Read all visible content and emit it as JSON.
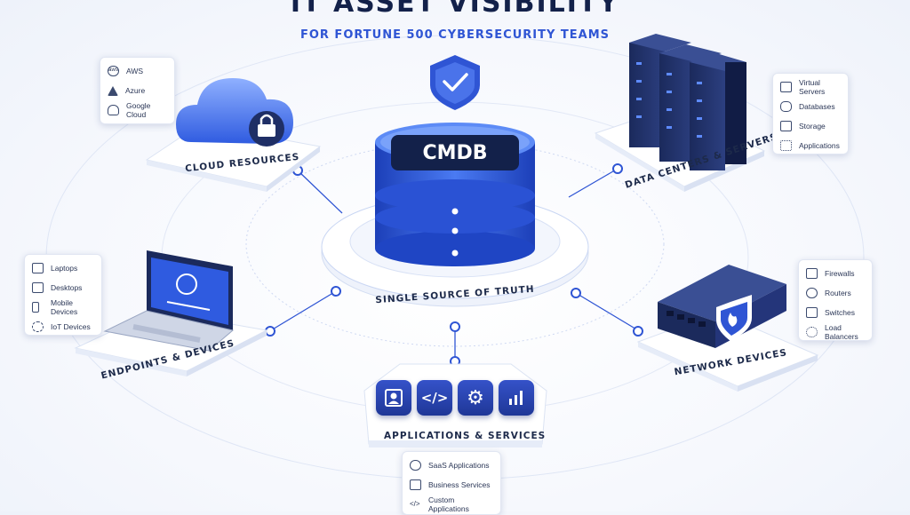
{
  "title": "IT ASSET VISIBILITY",
  "subtitle": "FOR FORTUNE 500 CYBERSECURITY TEAMS",
  "center": {
    "label": "CMDB",
    "caption": "SINGLE SOURCE OF TRUTH"
  },
  "nodes": {
    "cloud": {
      "label": "CLOUD RESOURCES",
      "items": [
        "AWS",
        "Azure",
        "Google Cloud"
      ]
    },
    "datacenter": {
      "label": "DATA CENTERS & SERVERS",
      "items": [
        "Virtual Servers",
        "Databases",
        "Storage",
        "Applications"
      ]
    },
    "endpoints": {
      "label": "ENDPOINTS & DEVICES",
      "items": [
        "Laptops",
        "Desktops",
        "Mobile Devices",
        "IoT Devices"
      ]
    },
    "network": {
      "label": "NETWORK DEVICES",
      "items": [
        "Firewalls",
        "Routers",
        "Switches",
        "Load Balancers"
      ]
    },
    "apps": {
      "label": "APPLICATIONS & SERVICES",
      "items": [
        "SaaS Applications",
        "Business Services",
        "Custom Applications"
      ]
    }
  },
  "icons": {
    "aws_badge": "aws",
    "code_tile": "</>",
    "gear_tile": "⚙"
  },
  "colors": {
    "accent": "#2f55d4",
    "navy": "#13214a",
    "cmdb_blue": "#2a5ae0"
  }
}
